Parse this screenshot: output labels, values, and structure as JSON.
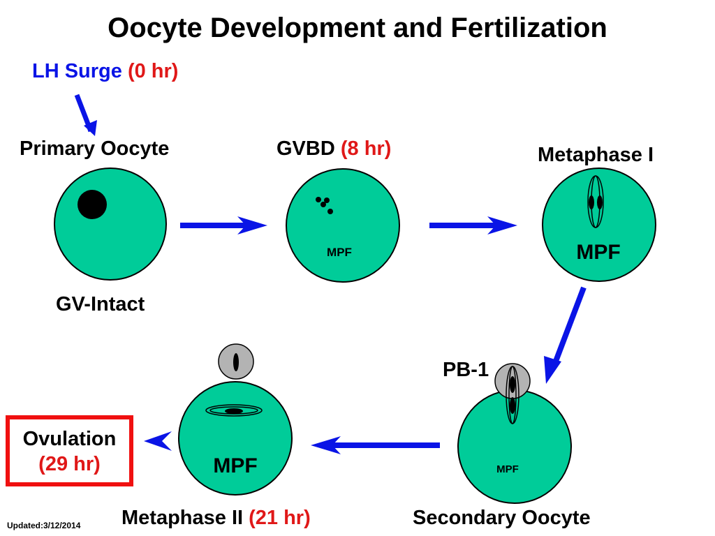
{
  "title": "Oocyte Development and Fertilization",
  "lh_surge": {
    "label": "LH Surge",
    "time": "(0 hr)"
  },
  "stages": {
    "primary": {
      "name": "Primary Oocyte",
      "sub": "GV-Intact"
    },
    "gvbd": {
      "name": "GVBD",
      "time": "(8 hr)",
      "mpf": "MPF"
    },
    "meta1": {
      "name": "Metaphase I",
      "mpf": "MPF"
    },
    "secondary": {
      "name": "Secondary Oocyte",
      "pb": "PB-1",
      "mpf": "MPF"
    },
    "meta2": {
      "name": "Metaphase II",
      "time": "(21 hr)",
      "mpf": "MPF"
    }
  },
  "ovulation": {
    "label": "Ovulation",
    "time": "(29 hr)"
  },
  "updated": "Updated:3/12/2014",
  "colors": {
    "cell_fill": "#00cc99",
    "polar_body_fill": "#b3b3b3",
    "arrow": "#0a14e6",
    "time_text": "#e01818",
    "ovulation_border": "#f01010"
  }
}
